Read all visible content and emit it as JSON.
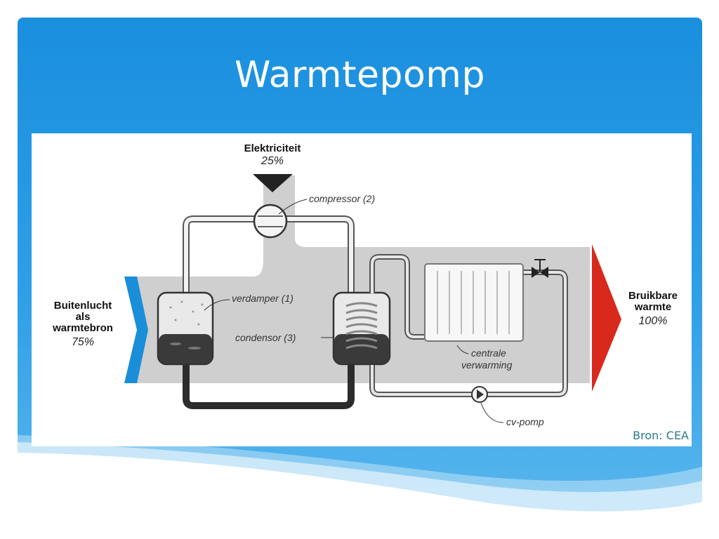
{
  "slide": {
    "title": "Warmtepomp"
  },
  "diagram": {
    "electricity": {
      "label": "Elektriciteit",
      "percent": "25%"
    },
    "source": {
      "line1": "Buitenlucht",
      "line2": "als",
      "line3": "warmtebron",
      "percent": "75%"
    },
    "output": {
      "line1": "Bruikbare",
      "line2": "warmte",
      "percent": "100%"
    },
    "components": {
      "compressor": "compressor (2)",
      "evaporator": "verdamper (1)",
      "condenser": "condensor (3)",
      "heating_line1": "centrale",
      "heating_line2": "verwarming",
      "pump": "cv-pomp"
    },
    "credit": "Bron: CEA"
  },
  "colors": {
    "slide_blue": "#1a8fde",
    "input_arrow": "#1a8ed8",
    "output_arrow": "#d9281c",
    "flow_band": "#cfcfcf",
    "liquid": "#3a3a3a"
  }
}
